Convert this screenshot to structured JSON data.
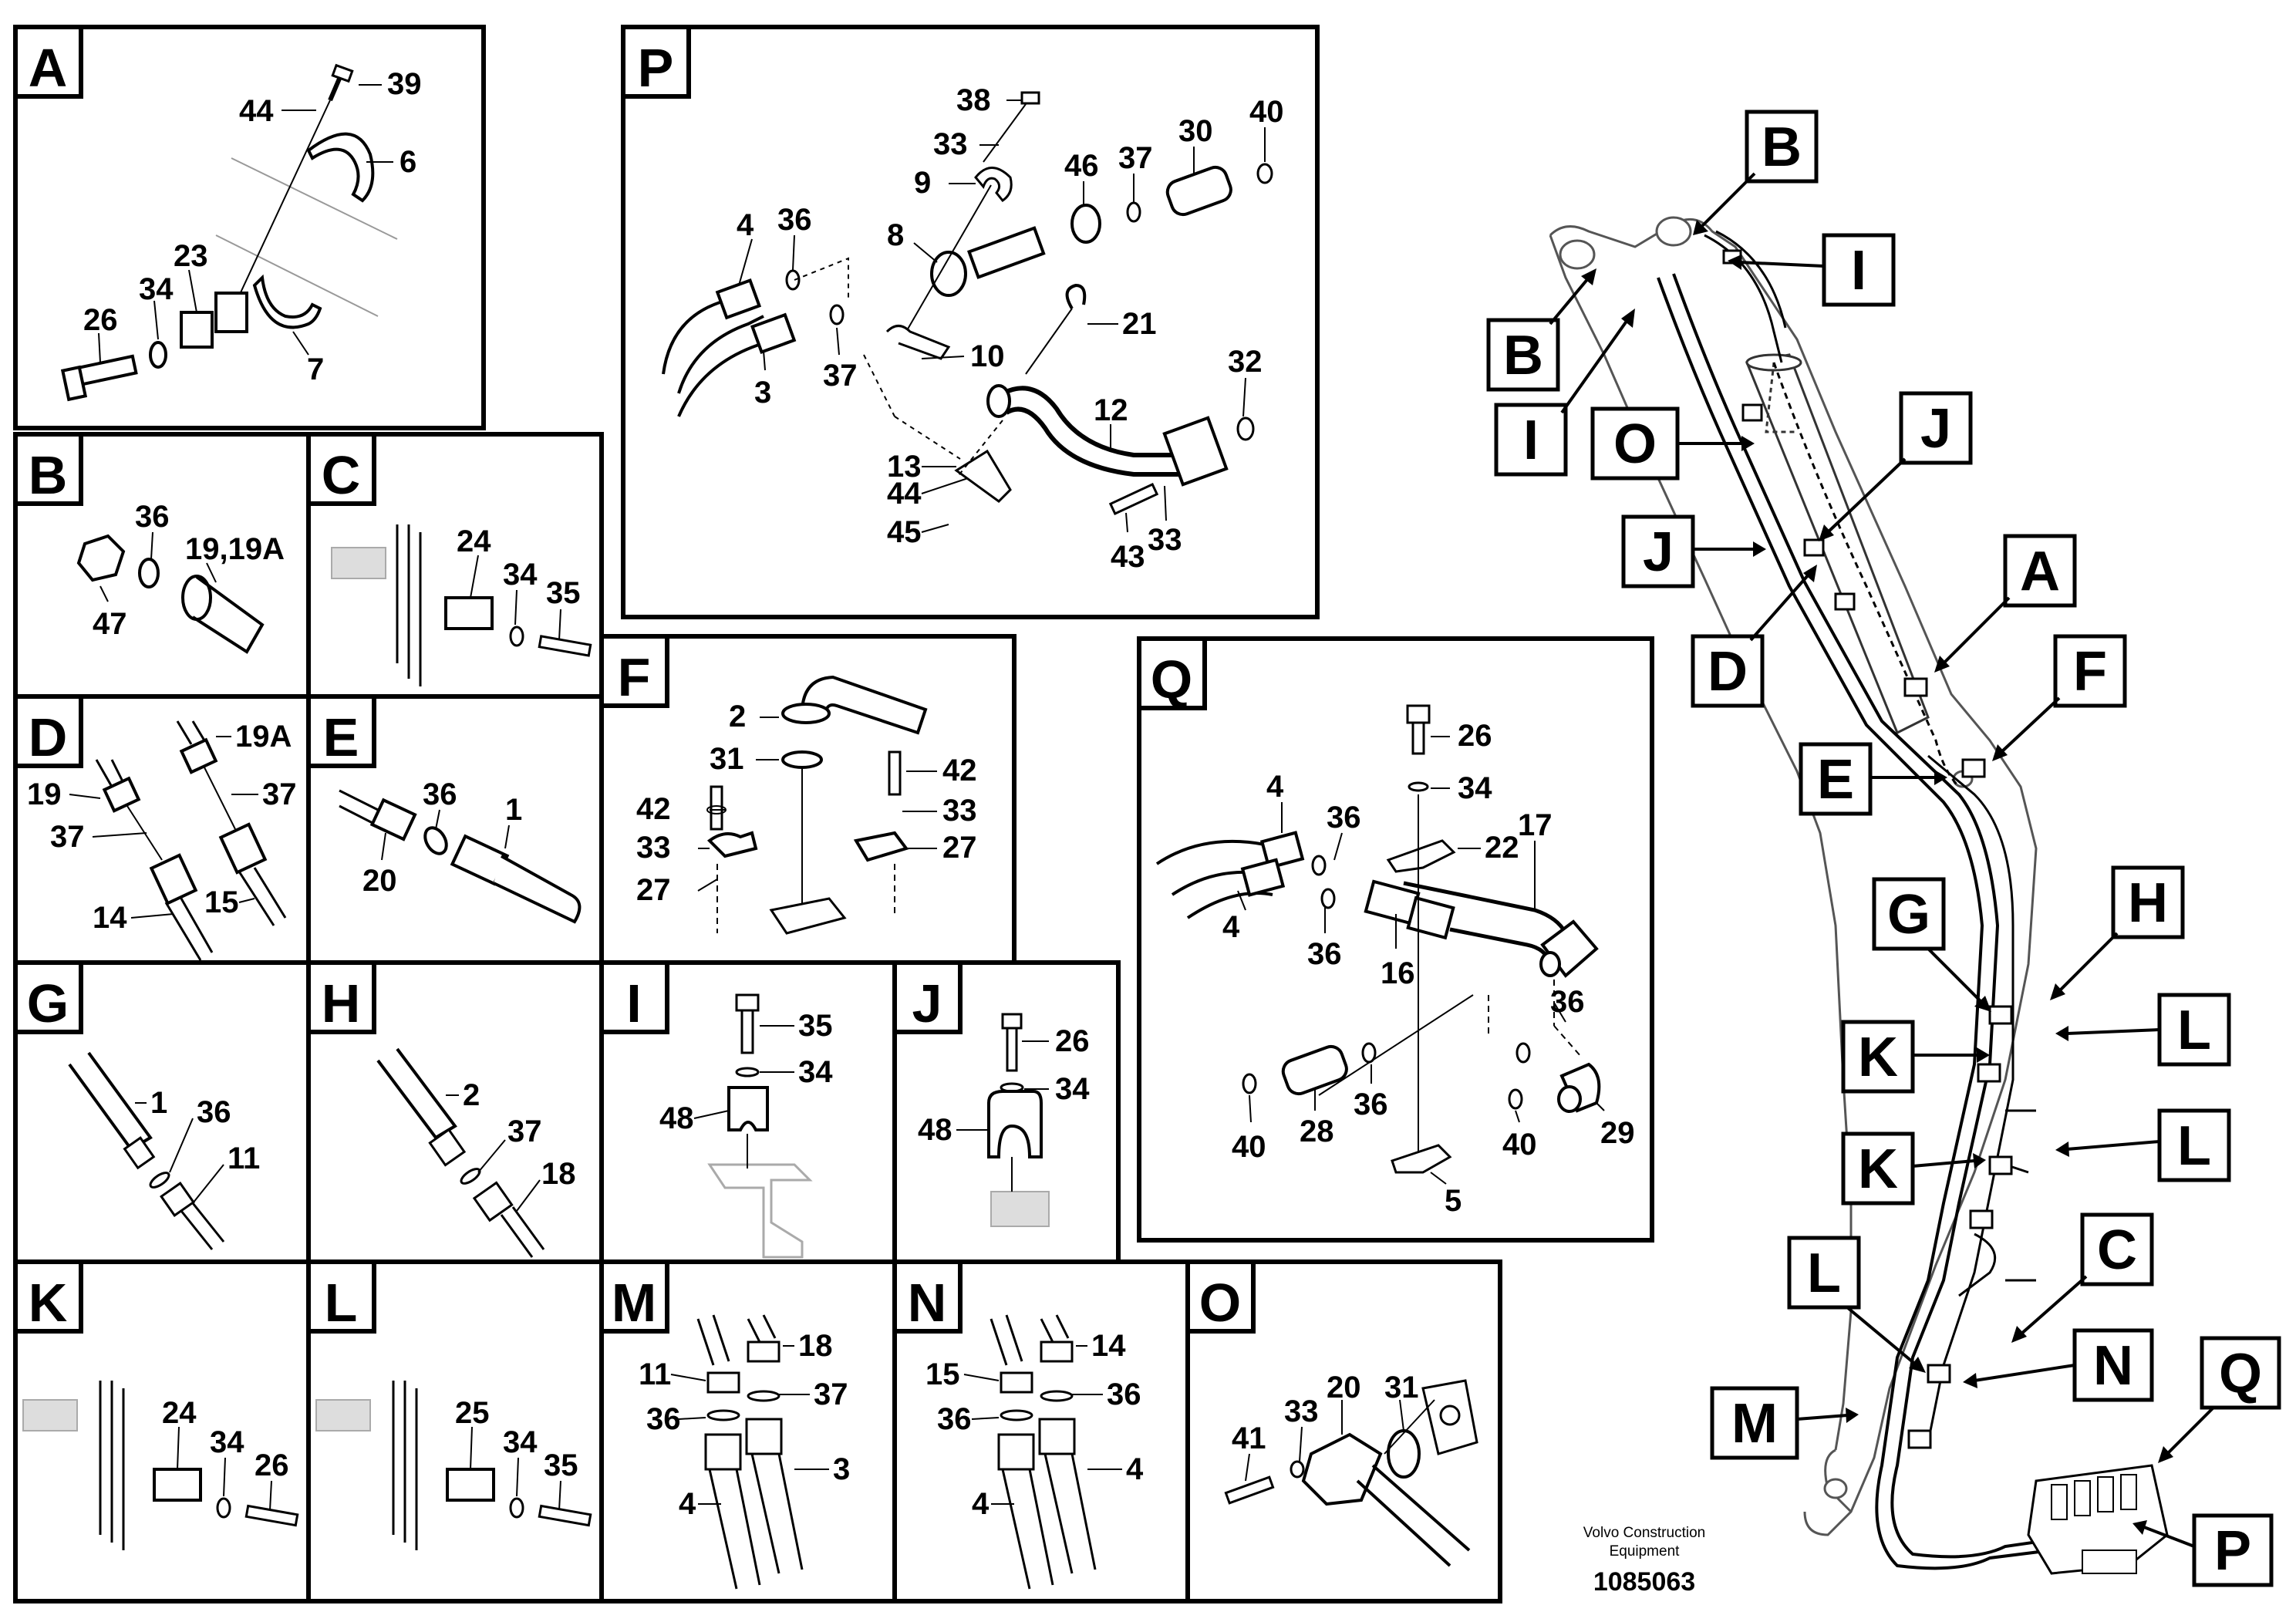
{
  "panels": [
    {
      "id": "A",
      "numbers": [
        "39",
        "44",
        "6",
        "23",
        "34",
        "26",
        "7"
      ]
    },
    {
      "id": "B",
      "numbers": [
        "36",
        "19,19A",
        "47"
      ]
    },
    {
      "id": "C",
      "numbers": [
        "24",
        "34",
        "35"
      ]
    },
    {
      "id": "D",
      "numbers": [
        "19A",
        "19",
        "37",
        "37",
        "14",
        "15"
      ]
    },
    {
      "id": "E",
      "numbers": [
        "36",
        "1",
        "20"
      ]
    },
    {
      "id": "F",
      "numbers": [
        "2",
        "31",
        "42",
        "33",
        "27",
        "42",
        "33",
        "27"
      ]
    },
    {
      "id": "G",
      "numbers": [
        "1",
        "36",
        "11"
      ]
    },
    {
      "id": "H",
      "numbers": [
        "2",
        "37",
        "18"
      ]
    },
    {
      "id": "I",
      "numbers": [
        "35",
        "34",
        "48"
      ]
    },
    {
      "id": "J",
      "numbers": [
        "26",
        "34",
        "48"
      ]
    },
    {
      "id": "K",
      "numbers": [
        "24",
        "34",
        "26"
      ]
    },
    {
      "id": "L",
      "numbers": [
        "25",
        "34",
        "35"
      ]
    },
    {
      "id": "M",
      "numbers": [
        "18",
        "11",
        "37",
        "36",
        "3",
        "4"
      ]
    },
    {
      "id": "N",
      "numbers": [
        "14",
        "15",
        "36",
        "36",
        "4",
        "4"
      ]
    },
    {
      "id": "O",
      "numbers": [
        "20",
        "31",
        "33",
        "41"
      ]
    },
    {
      "id": "P",
      "numbers": [
        "38",
        "33",
        "40",
        "30",
        "9",
        "46",
        "37",
        "4",
        "36",
        "8",
        "21",
        "10",
        "37",
        "3",
        "32",
        "12",
        "13",
        "44",
        "45",
        "43",
        "33"
      ]
    },
    {
      "id": "Q",
      "numbers": [
        "26",
        "34",
        "4",
        "36",
        "22",
        "17",
        "4",
        "36",
        "16",
        "36",
        "40",
        "28",
        "36",
        "29",
        "40",
        "5"
      ]
    }
  ],
  "overview": {
    "callouts": [
      "B",
      "I",
      "B",
      "I",
      "O",
      "J",
      "J",
      "A",
      "D",
      "F",
      "E",
      "G",
      "H",
      "K",
      "L",
      "K",
      "L",
      "L",
      "C",
      "N",
      "M",
      "Q",
      "P"
    ]
  },
  "footer": {
    "brand_line1": "Volvo Construction",
    "brand_line2": "Equipment",
    "drawing_number": "1085063"
  }
}
